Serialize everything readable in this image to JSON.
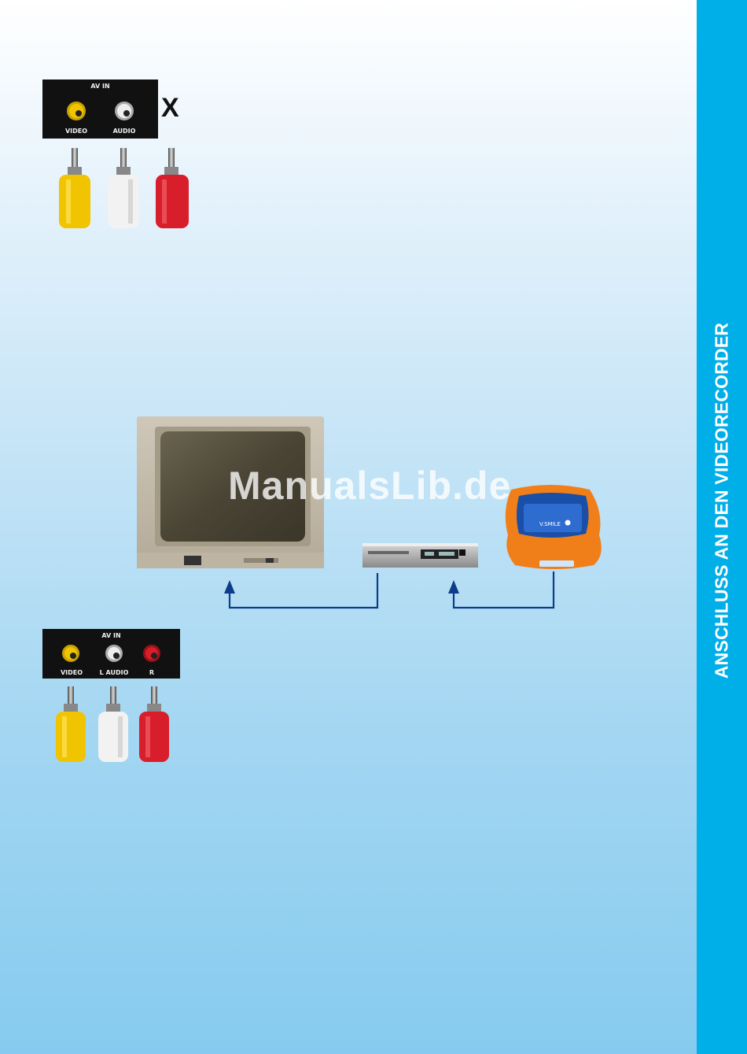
{
  "sidebar": {
    "title": "ANSCHLUSS AN DEN VIDEORECORDER",
    "color": "#00aee8"
  },
  "panel_top": {
    "title": "AV IN",
    "jacks": [
      "VIDEO",
      "AUDIO"
    ],
    "mark": "X"
  },
  "panel_bottom": {
    "title": "AV IN",
    "jacks": [
      "VIDEO",
      "L AUDIO",
      "R"
    ]
  },
  "plug_colors": {
    "yellow": "#f0c400",
    "white": "#f2f2f2",
    "red": "#d81e2a"
  },
  "watermark": "ManualsLib.de",
  "console_label": "V.SMILE",
  "arrow_color": "#0d3d8a"
}
